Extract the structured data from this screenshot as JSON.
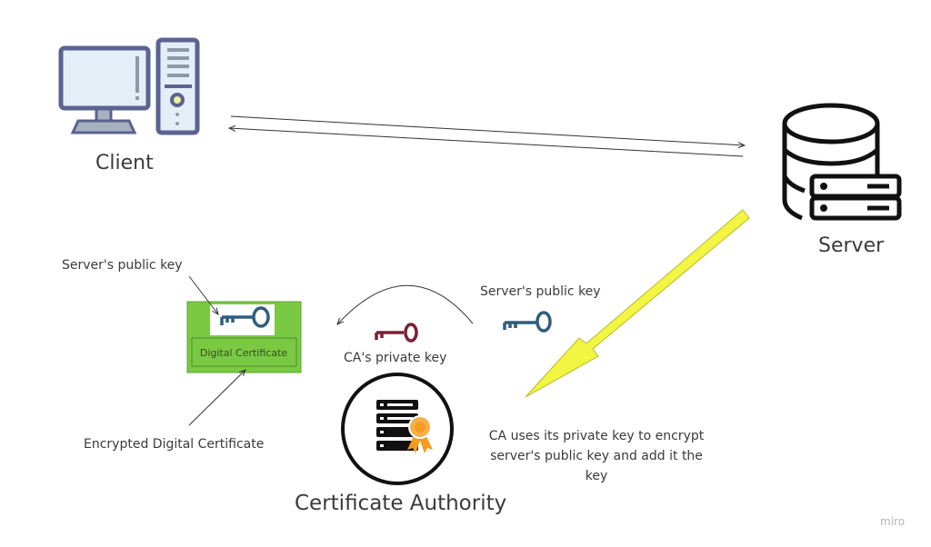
{
  "nodes": {
    "client": "Client",
    "server": "Server",
    "ca": "Certificate Authority",
    "certificate": "Digital Certificate"
  },
  "labels": {
    "server_public_key_top": "Server's public key",
    "server_public_key_mid": "Server's public key",
    "ca_private_key": "CA's private key",
    "encrypted_cert": "Encrypted Digital Certificate",
    "ca_note_line1": "CA uses its private key to encrypt",
    "ca_note_line2": "server's public key and add it the",
    "ca_note_line3": "key"
  },
  "watermark": "miro",
  "colors": {
    "client_icon": "#5a6391",
    "cert_green": "#7ac943",
    "public_key": "#2f5d7c",
    "private_key": "#7a1f35",
    "yellow_arrow": "#f2f542",
    "badge_orange": "#f39c1f"
  }
}
